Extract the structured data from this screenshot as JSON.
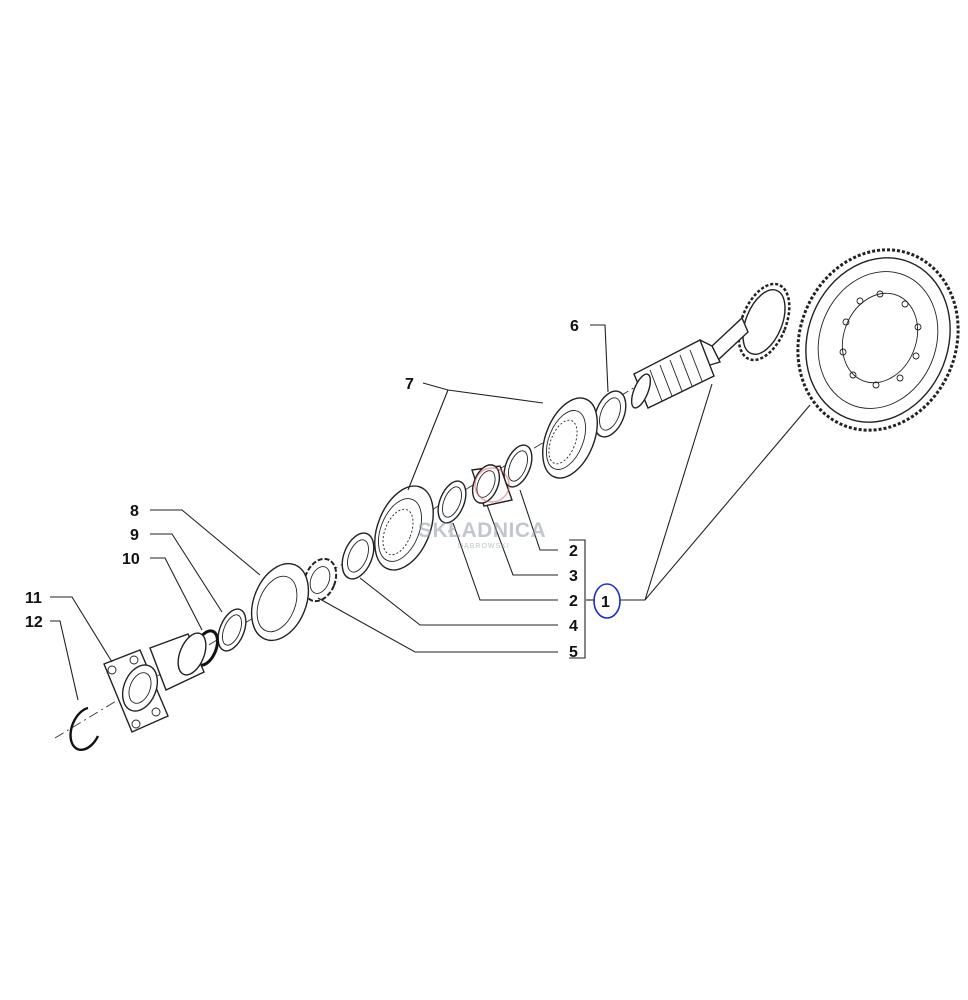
{
  "callouts": {
    "c1": "1",
    "c2a": "2",
    "c2b": "2",
    "c3": "3",
    "c4": "4",
    "c5": "5",
    "c6": "6",
    "c7": "7",
    "c8": "8",
    "c9": "9",
    "c10": "10",
    "c11": "11",
    "c12": "12"
  },
  "watermark": {
    "brand": "SKŁADNICA",
    "sub": "DĄBROWSKI"
  },
  "colors": {
    "highlight": "#1a2fbf",
    "lines": "#222222",
    "watermark": "#8f9aa3",
    "watermark_logo": "#d9534f"
  }
}
